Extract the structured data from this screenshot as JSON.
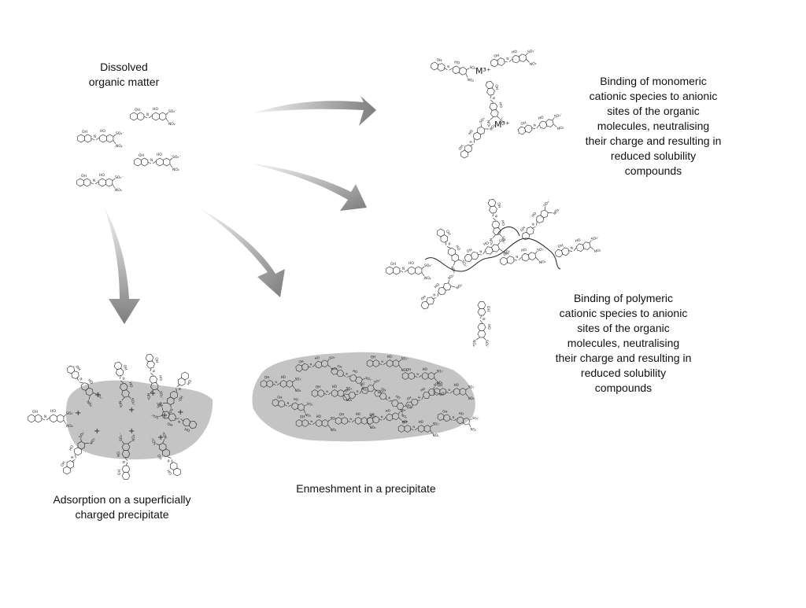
{
  "labels": {
    "dissolved": [
      "Dissolved",
      "organic matter"
    ],
    "monomeric": [
      "Binding of monomeric",
      "cationic species to anionic",
      "sites of the organic",
      "molecules, neutralising",
      "their charge and resulting in",
      "reduced solubility",
      "compounds"
    ],
    "polymeric": [
      "Binding of polymeric",
      "cationic species to anionic",
      "sites of the organic",
      "molecules, neutralising",
      "their charge and resulting in",
      "reduced solubility",
      "compounds"
    ],
    "adsorption": [
      "Adsorption on a superficially",
      "charged precipitate"
    ],
    "enmeshment": [
      "Enmeshment in a precipitate"
    ]
  },
  "molecule": {
    "hydroxyl": "OH",
    "ho": "HO",
    "sulfonate": "SO₃⁻",
    "nitro": "NO₂",
    "azo_n": "N"
  },
  "cations": {
    "metal": "M³⁺",
    "charge": "+"
  },
  "colors": {
    "precipitate": "#c4c4c4",
    "arrow_dark": "#7d7d7d",
    "arrow_light": "#f4f4f4",
    "line": "#222222"
  }
}
